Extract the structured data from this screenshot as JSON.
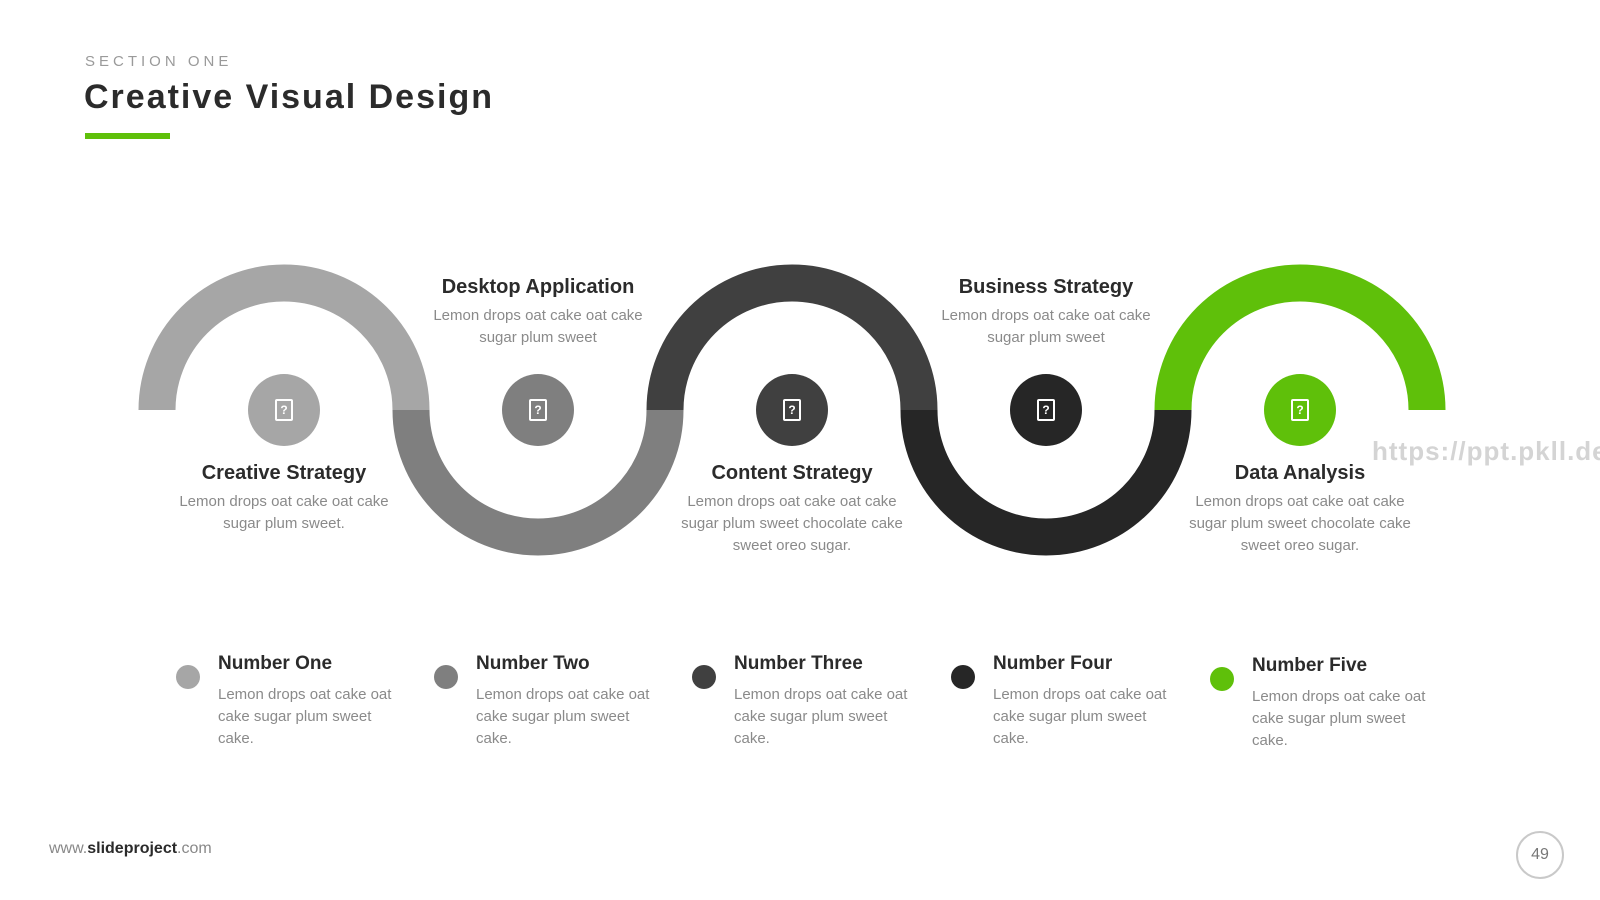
{
  "header": {
    "section_label": "SECTION ONE",
    "title": "Creative Visual Design",
    "accent_color": "#5fc00a"
  },
  "steps": [
    {
      "title": "Creative Strategy",
      "desc": "Lemon drops oat cake oat cake sugar plum sweet.",
      "color": "#a6a6a6",
      "icon": "document-icon"
    },
    {
      "title": "Desktop Application",
      "desc": "Lemon drops oat cake oat cake sugar plum sweet",
      "color": "#7f7f7f",
      "icon": "document-icon"
    },
    {
      "title": "Content Strategy",
      "desc": "Lemon drops oat cake oat cake sugar plum sweet chocolate cake sweet oreo sugar.",
      "color": "#404040",
      "icon": "document-icon"
    },
    {
      "title": "Business Strategy",
      "desc": "Lemon drops oat cake oat cake sugar plum sweet",
      "color": "#262626",
      "icon": "document-icon"
    },
    {
      "title": "Data Analysis",
      "desc": "Lemon drops oat cake oat cake sugar plum sweet chocolate cake sweet oreo sugar.",
      "color": "#5fc00a",
      "icon": "document-icon"
    }
  ],
  "legend": [
    {
      "title": "Number One",
      "desc": "Lemon drops oat cake oat cake sugar plum sweet cake.",
      "color": "#a6a6a6"
    },
    {
      "title": "Number Two",
      "desc": "Lemon drops oat cake oat cake sugar plum sweet cake.",
      "color": "#7f7f7f"
    },
    {
      "title": "Number Three",
      "desc": "Lemon drops oat cake oat cake sugar plum sweet cake.",
      "color": "#404040"
    },
    {
      "title": "Number Four",
      "desc": "Lemon drops oat cake oat cake sugar plum sweet cake.",
      "color": "#262626"
    },
    {
      "title": "Number Five",
      "desc": "Lemon drops oat cake oat cake sugar plum sweet cake.",
      "color": "#5fc00a"
    }
  ],
  "footer": {
    "url_prefix": "www.",
    "url_brand": "slideproject",
    "url_suffix": ".com",
    "page_number": "49"
  },
  "watermark": "https://ppt.pkll.de"
}
